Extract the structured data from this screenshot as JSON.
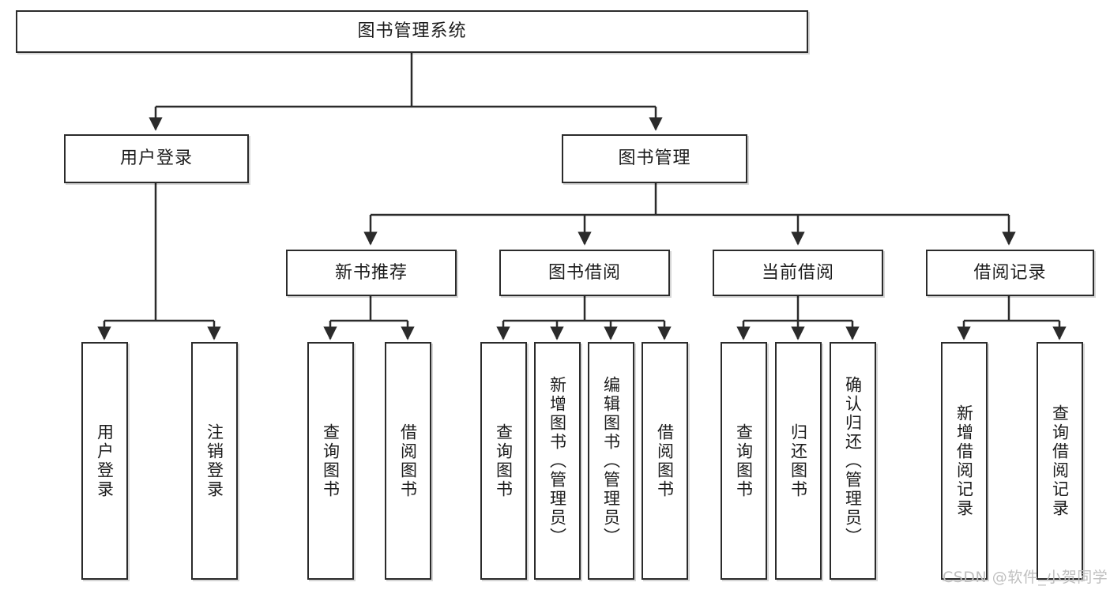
{
  "diagram": {
    "title": "图书管理系统",
    "type": "tree-hierarchy-chart",
    "background": "#ffffff",
    "line_color": "#2b2b2b",
    "box_border_color": "#2b2b2b",
    "box_fill": "#ffffff",
    "text_color": "#1b1b1b"
  },
  "nodes": {
    "root": {
      "label": "图书管理系统",
      "orientation": "horizontal"
    },
    "level2": [
      {
        "id": "user-login",
        "label": "用户登录",
        "orientation": "horizontal"
      },
      {
        "id": "book-management",
        "label": "图书管理",
        "orientation": "horizontal"
      }
    ],
    "level3": [
      {
        "id": "new-book-recommend",
        "label": "新书推荐",
        "orientation": "horizontal"
      },
      {
        "id": "book-borrow",
        "label": "图书借阅",
        "orientation": "horizontal"
      },
      {
        "id": "current-borrow",
        "label": "当前借阅",
        "orientation": "horizontal"
      },
      {
        "id": "borrow-record",
        "label": "借阅记录",
        "orientation": "horizontal"
      }
    ],
    "leaves": [
      {
        "id": "leaf-user-login",
        "label": "用户登录",
        "parent": "user-login",
        "orientation": "vertical"
      },
      {
        "id": "leaf-user-logout",
        "label": "注销登录",
        "parent": "user-login",
        "orientation": "vertical"
      },
      {
        "id": "leaf-query-book-1",
        "label": "查询图书",
        "parent": "new-book-recommend",
        "orientation": "vertical"
      },
      {
        "id": "leaf-borrow-book-1",
        "label": "借阅图书",
        "parent": "new-book-recommend",
        "orientation": "vertical"
      },
      {
        "id": "leaf-query-book-2",
        "label": "查询图书",
        "parent": "book-borrow",
        "orientation": "vertical"
      },
      {
        "id": "leaf-add-book",
        "label": "新增图书（管理员）",
        "parent": "book-borrow",
        "orientation": "vertical"
      },
      {
        "id": "leaf-edit-book",
        "label": "编辑图书（管理员）",
        "parent": "book-borrow",
        "orientation": "vertical"
      },
      {
        "id": "leaf-borrow-book-2",
        "label": "借阅图书",
        "parent": "book-borrow",
        "orientation": "vertical"
      },
      {
        "id": "leaf-query-book-3",
        "label": "查询图书",
        "parent": "current-borrow",
        "orientation": "vertical"
      },
      {
        "id": "leaf-return-book",
        "label": "归还图书",
        "parent": "current-borrow",
        "orientation": "vertical"
      },
      {
        "id": "leaf-confirm-return",
        "label": "确认归还（管理员）",
        "parent": "current-borrow",
        "orientation": "vertical"
      },
      {
        "id": "leaf-add-record",
        "label": "新增借阅记录",
        "parent": "borrow-record",
        "orientation": "vertical"
      },
      {
        "id": "leaf-query-record",
        "label": "查询借阅记录",
        "parent": "borrow-record",
        "orientation": "vertical"
      }
    ]
  },
  "watermark": {
    "text": "CSDN @软件_小贺同学",
    "color": "#bfbfbf"
  }
}
